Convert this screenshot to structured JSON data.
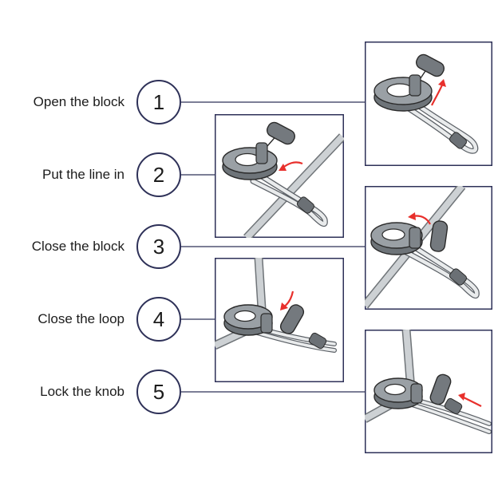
{
  "colors": {
    "frame": "#2e3158",
    "arrow": "#e8302c",
    "block": "#8e9499",
    "line": "#c9cdd0"
  },
  "steps": [
    {
      "number": "1",
      "label": "Open the block"
    },
    {
      "number": "2",
      "label": "Put the line in"
    },
    {
      "number": "3",
      "label": "Close the block"
    },
    {
      "number": "4",
      "label": "Close the loop"
    },
    {
      "number": "5",
      "label": "Lock the knob"
    }
  ],
  "icons": [
    "curved-arrow-icon",
    "block-icon",
    "toggle-knob-icon",
    "loop-icon"
  ]
}
